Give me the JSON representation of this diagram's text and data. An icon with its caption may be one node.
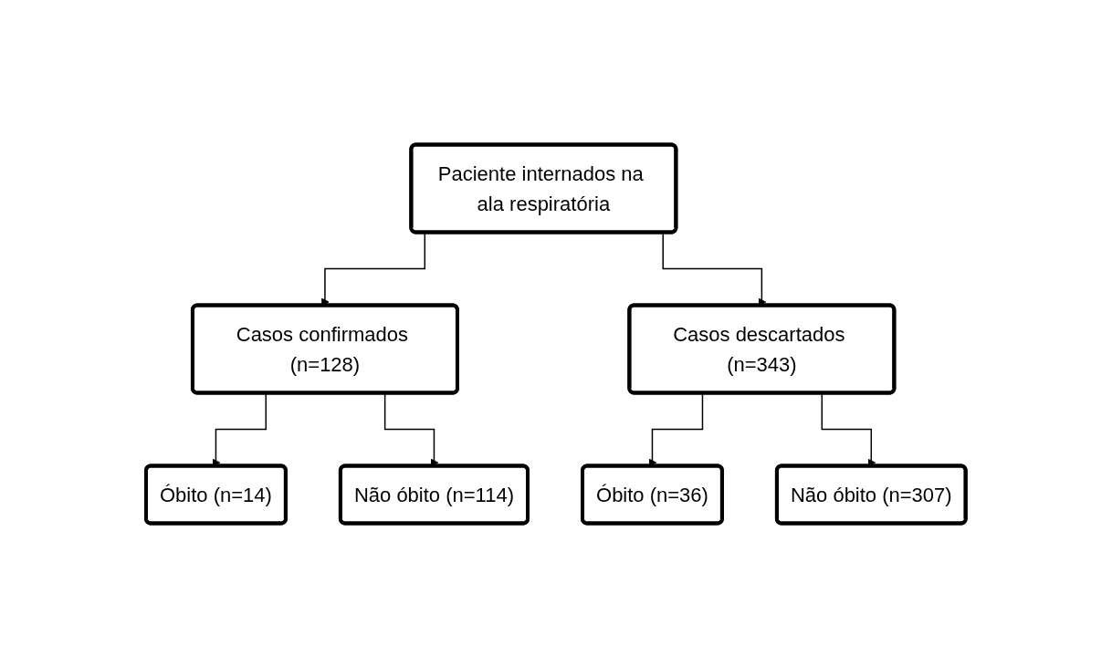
{
  "diagram": {
    "nodes": [
      {
        "text": [
          "Paciente internados na ala respiratória"
        ]
      },
      {
        "text": [
          "Casos confirmados (n=128)"
        ]
      },
      {
        "text": [
          "Casos descartados (n=343)"
        ]
      },
      {
        "text": [
          "Óbito (n=14)"
        ]
      },
      {
        "text": [
          "Não óbito (n=114)"
        ]
      },
      {
        "text": [
          "Óbito (n=36)"
        ]
      },
      {
        "text": [
          "Não óbito (n=307)"
        ]
      }
    ],
    "edges": [
      {
        "from": 0,
        "to": 1,
        "arrow": "to"
      },
      {
        "from": 0,
        "to": 2,
        "arrow": "to"
      },
      {
        "from": 1,
        "to": 3,
        "arrow": "to"
      },
      {
        "from": 1,
        "to": 4,
        "arrow": "to"
      },
      {
        "from": 2,
        "to": 5,
        "arrow": "to"
      },
      {
        "from": 2,
        "to": 6,
        "arrow": "to"
      }
    ]
  }
}
